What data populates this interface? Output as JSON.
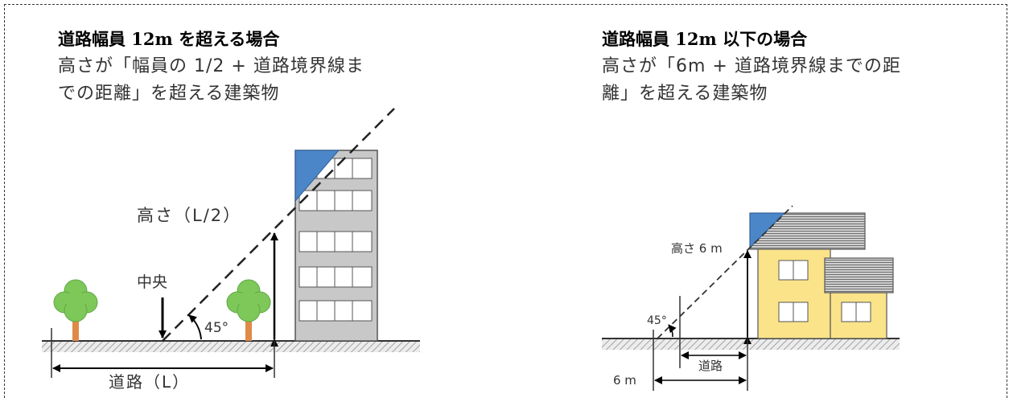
{
  "left_panel": {
    "title": "道路幅員 12m を超える場合",
    "description_line1": "高さが「幅員の 1/2 + 道路境界線ま",
    "description_line2": "での距離」を超える建築物",
    "height_label": "高さ（L/2）",
    "center_label": "中央",
    "angle_label": "45°",
    "road_label": "道路（L）"
  },
  "right_panel": {
    "title": "道路幅員 12m 以下の場合",
    "description_line1": "高さが「6m + 道路境界線までの距",
    "description_line2": "離」を超える建築物",
    "height_label": "高さ 6 m",
    "angle_label": "45°",
    "road_label": "道路",
    "distance_label": "6 m"
  },
  "colors": {
    "highlight_blue": "#4a86c8",
    "house_wall": "#fbe38a",
    "tree_green": "#7ec85a",
    "tree_trunk": "#e08a4a",
    "building_gray": "#c8c8c8"
  }
}
